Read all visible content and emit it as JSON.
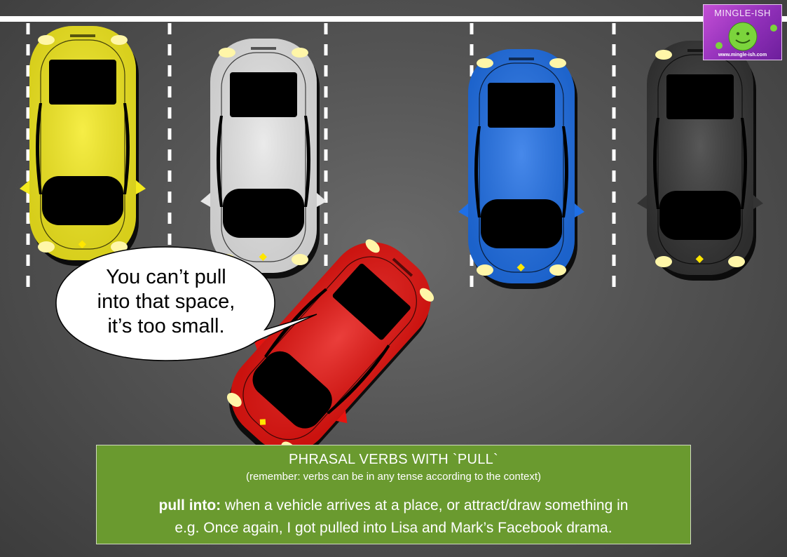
{
  "scene": {
    "speech_bubble": {
      "lines": [
        "You can’t pull",
        "into that space,",
        "it’s too small."
      ]
    },
    "cars": [
      {
        "name": "yellow-car",
        "color": "#f4ea1e"
      },
      {
        "name": "white-car",
        "color": "#e6e6e6"
      },
      {
        "name": "blue-car",
        "color": "#1f6fe6"
      },
      {
        "name": "black-car",
        "color": "#333333"
      },
      {
        "name": "red-car",
        "color": "#e61410"
      }
    ]
  },
  "info_box": {
    "title": "PHRASAL VERBS WITH `PULL`",
    "note": "(remember: verbs can be in any tense according to the context)",
    "term": "pull into:",
    "definition": " when a vehicle arrives at a place, or attract/draw something in",
    "example": "e.g. Once again, I got pulled into Lisa and Mark’s Facebook drama.",
    "color": "#6a9a2f"
  },
  "logo": {
    "name": "MINGLE-ISH",
    "url": "www.mingle-ish.com",
    "icon": "smiley-face-icon"
  }
}
